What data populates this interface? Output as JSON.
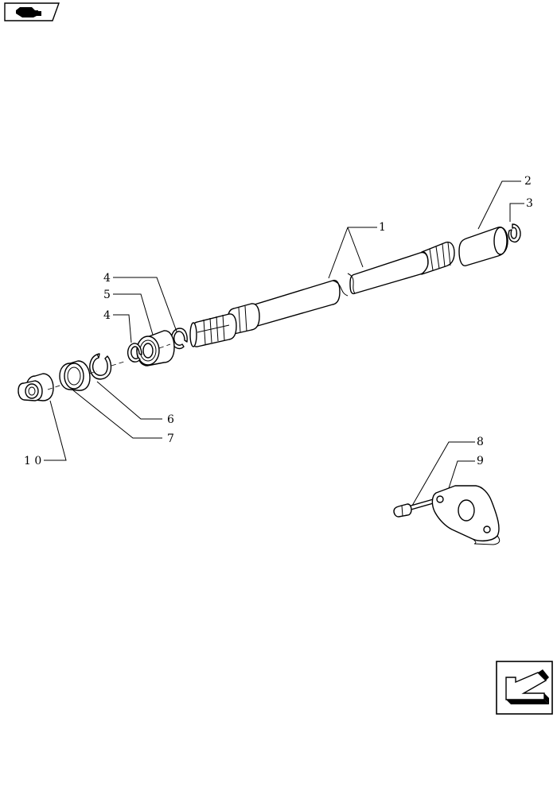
{
  "diagram": {
    "callouts": [
      {
        "id": "1",
        "label": "1"
      },
      {
        "id": "2",
        "label": "2"
      },
      {
        "id": "3",
        "label": "3"
      },
      {
        "id": "4a",
        "label": "4"
      },
      {
        "id": "5",
        "label": "5"
      },
      {
        "id": "4b",
        "label": "4"
      },
      {
        "id": "6",
        "label": "6"
      },
      {
        "id": "7",
        "label": "7"
      },
      {
        "id": "8",
        "label": "8"
      },
      {
        "id": "9",
        "label": "9"
      },
      {
        "id": "10",
        "label": "1 0"
      }
    ]
  },
  "icons": {
    "top_left": "book-open-icon",
    "bottom_right": "next-page-arrow-icon"
  }
}
